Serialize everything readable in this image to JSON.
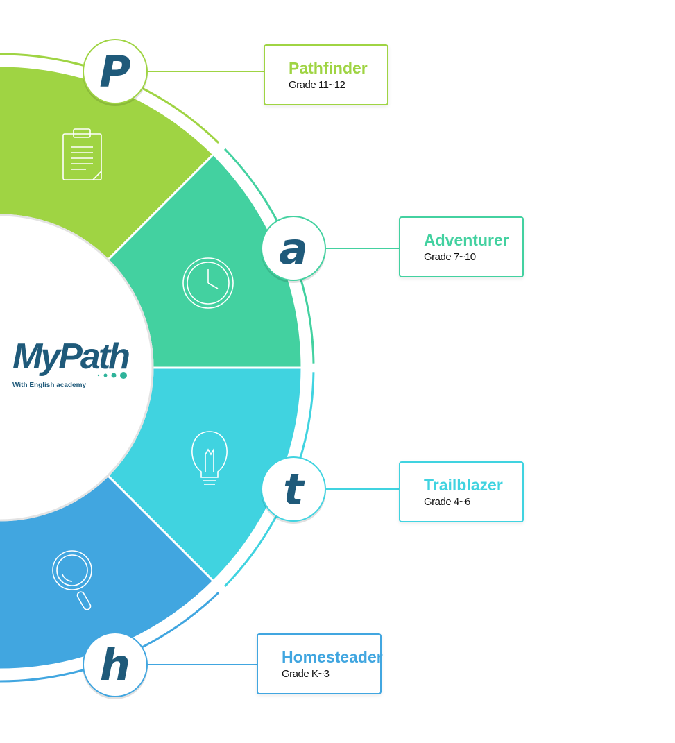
{
  "logo": {
    "name": "MyPath",
    "tagline": "With English academy"
  },
  "levels": [
    {
      "letter": "P",
      "title": "Pathfinder",
      "grade": "Grade 11~12",
      "color": "#9fd443",
      "icon": "clipboard-icon"
    },
    {
      "letter": "a",
      "title": "Adventurer",
      "grade": "Grade 7~10",
      "color": "#43d1a0",
      "icon": "clock-icon"
    },
    {
      "letter": "t",
      "title": "Trailblazer",
      "grade": "Grade 4~6",
      "color": "#40d3e0",
      "icon": "lightbulb-icon"
    },
    {
      "letter": "h",
      "title": "Homesteader",
      "grade": "Grade K~3",
      "color": "#41a6e0",
      "icon": "magnifier-icon"
    }
  ],
  "letter_color": "#1f5a7a"
}
